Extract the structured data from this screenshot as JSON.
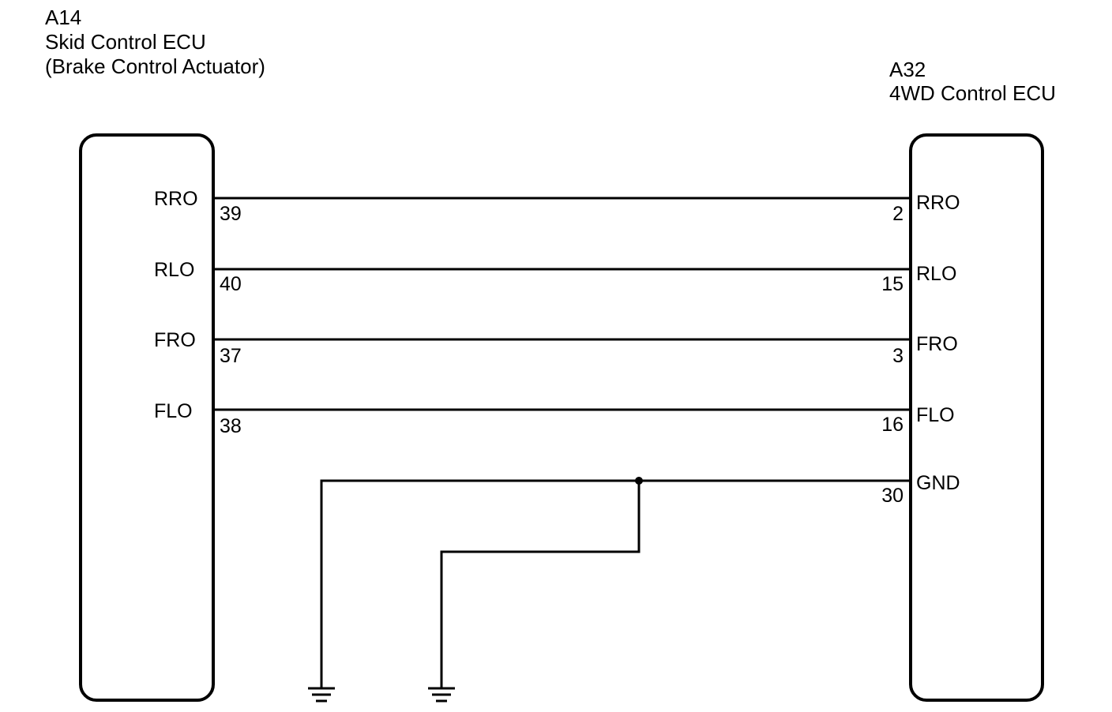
{
  "left_ecu": {
    "code": "A14",
    "name": "Skid Control ECU",
    "subtitle": "(Brake Control Actuator)"
  },
  "right_ecu": {
    "code": "A32",
    "name": "4WD Control ECU"
  },
  "wires": [
    {
      "signal": "RRO",
      "left_pin": "39",
      "right_pin": "2"
    },
    {
      "signal": "RLO",
      "left_pin": "40",
      "right_pin": "15"
    },
    {
      "signal": "FRO",
      "left_pin": "37",
      "right_pin": "3"
    },
    {
      "signal": "FLO",
      "left_pin": "38",
      "right_pin": "16"
    }
  ],
  "ground": {
    "signal": "GND",
    "right_pin": "30"
  }
}
